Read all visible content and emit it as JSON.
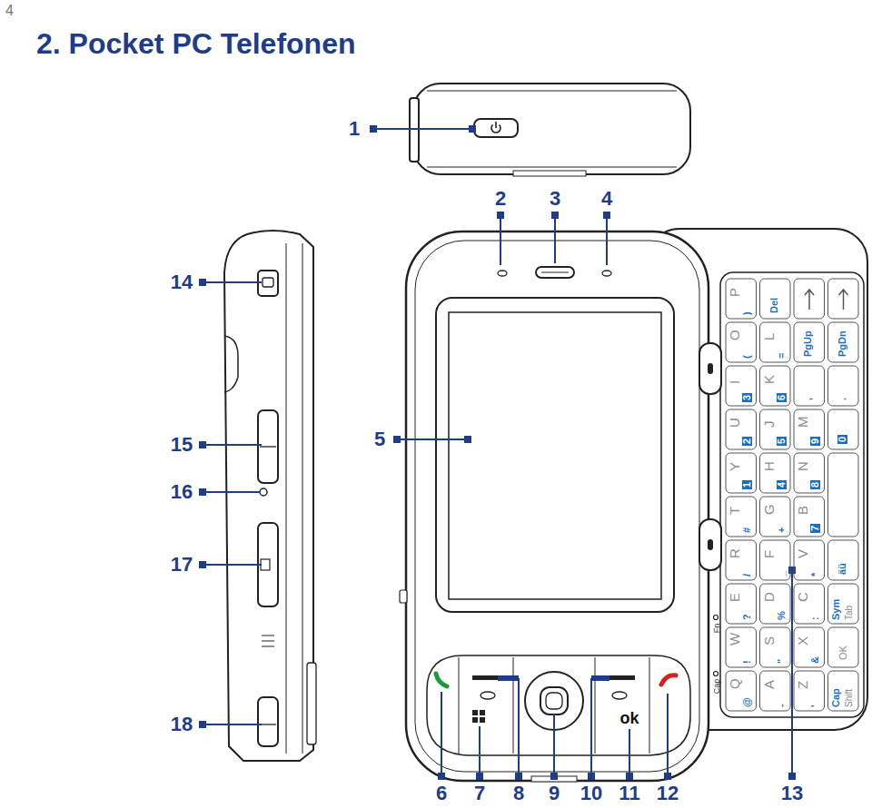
{
  "diagram": {
    "title": "2. Pocket PC Telefonen",
    "labels": [
      "4",
      "1",
      "2",
      "3",
      "4",
      "5",
      "6",
      "7",
      "8",
      "9",
      "10",
      "11",
      "12",
      "13",
      "14",
      "15",
      "16",
      "17",
      "18",
      "ok",
      "Cap",
      "Fn",
      "Q",
      "@",
      "W",
      "!",
      "E",
      "?",
      "R",
      "/",
      "T",
      "#",
      "Y",
      "1",
      "U",
      "2",
      "I",
      "3",
      "O",
      "(",
      "P",
      ")",
      "A",
      "-",
      "S",
      "\"",
      "D",
      "%",
      "F",
      "_",
      "G",
      "+",
      "H",
      "4",
      "J",
      "5",
      "K",
      "6",
      "L",
      "=",
      "Del",
      "Z",
      "'",
      "X",
      "&",
      "C",
      ":",
      "V",
      "*",
      "B",
      "7",
      "N",
      "8",
      "M",
      "9",
      ",",
      "PgUp",
      "Cap",
      "Shift",
      "OK",
      "Sym",
      "Tab",
      "äü",
      "0",
      ".",
      "PgDn"
    ]
  }
}
